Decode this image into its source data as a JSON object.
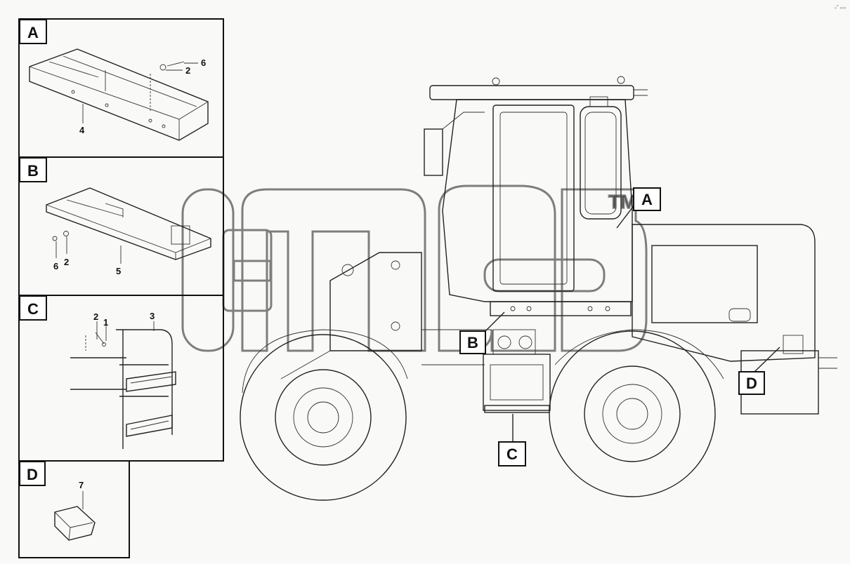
{
  "corner_mark": "₀° ₀₀₀",
  "detail_panels": [
    {
      "id": "A",
      "letter": "A",
      "callouts": [
        "6",
        "2",
        "4"
      ]
    },
    {
      "id": "B",
      "letter": "B",
      "callouts": [
        "6",
        "2",
        "5"
      ]
    },
    {
      "id": "C",
      "letter": "C",
      "callouts": [
        "2",
        "1",
        "3"
      ]
    },
    {
      "id": "D",
      "letter": "D",
      "callouts": [
        "7"
      ]
    }
  ],
  "machine_labels": {
    "A": "A",
    "B": "B",
    "C": "C",
    "D": "D"
  },
  "watermark": {
    "logo_text": "onab",
    "tm": "TM"
  }
}
